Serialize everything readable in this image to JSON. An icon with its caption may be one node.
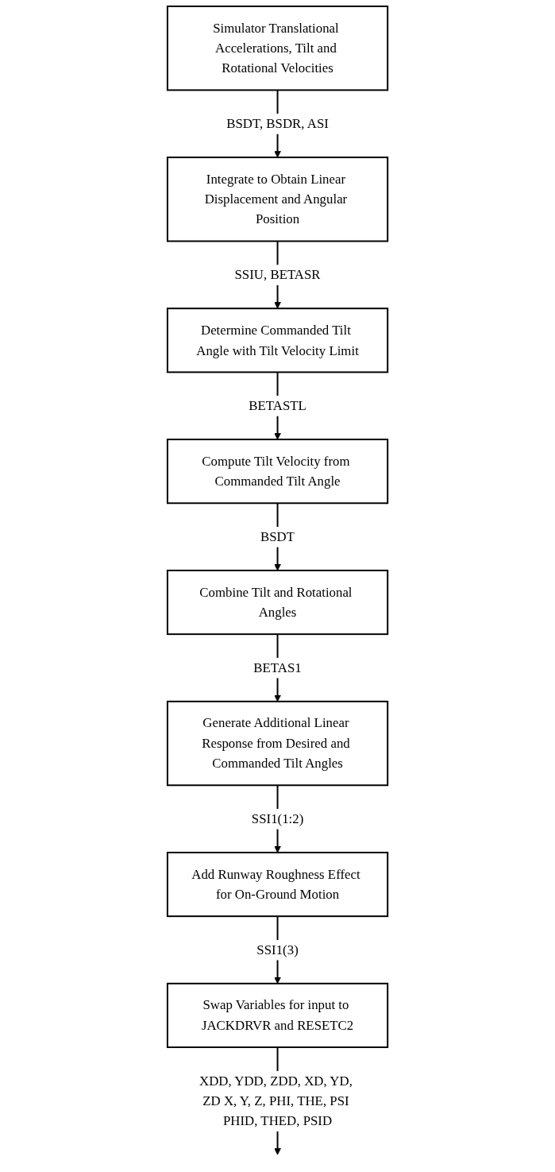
{
  "diagram": {
    "nodes": [
      {
        "text": [
          "Simulator Translational Accelerations, Tilt and Rotational Velocities"
        ]
      },
      {
        "text": [
          "Integrate to Obtain Linear Displacement and Angular Position"
        ]
      },
      {
        "text": [
          "Determine Commanded Tilt Angle with Tilt Velocity Limit"
        ]
      },
      {
        "text": [
          "Compute Tilt Velocity from Commanded Tilt Angle"
        ]
      },
      {
        "text": [
          "Combine Tilt and Rotational Angles"
        ]
      },
      {
        "text": [
          "Generate Additional Linear Response from Desired and Commanded Tilt Angles"
        ]
      },
      {
        "text": [
          "Add Runway Roughness Effect for On-Ground Motion"
        ]
      },
      {
        "text": [
          "Swap Variables for input to JACKDRVR and RESETC2"
        ]
      }
    ],
    "edges": [
      {
        "from": 0,
        "to": 1,
        "arrow": "to",
        "label": "BSDT, BSDR, ASI"
      },
      {
        "from": 1,
        "to": 2,
        "arrow": "to",
        "label": "SSIU, BETASR"
      },
      {
        "from": 2,
        "to": 3,
        "arrow": "to",
        "label": "BETASTL"
      },
      {
        "from": 3,
        "to": 4,
        "arrow": "to",
        "label": "BSDT"
      },
      {
        "from": 4,
        "to": 5,
        "arrow": "to",
        "label": "BETAS1"
      },
      {
        "from": 5,
        "to": 6,
        "arrow": "to",
        "label": "SSI1(1:2)"
      },
      {
        "from": 6,
        "to": 7,
        "arrow": "to",
        "label": "SSI1(3)"
      },
      {
        "from": 7,
        "to": null,
        "arrow": "to",
        "label": "XDD, YDD, ZDD, XD, YD, ZD X, Y, Z, PHI, THE, PSI PHID, THED, PSID"
      }
    ]
  }
}
